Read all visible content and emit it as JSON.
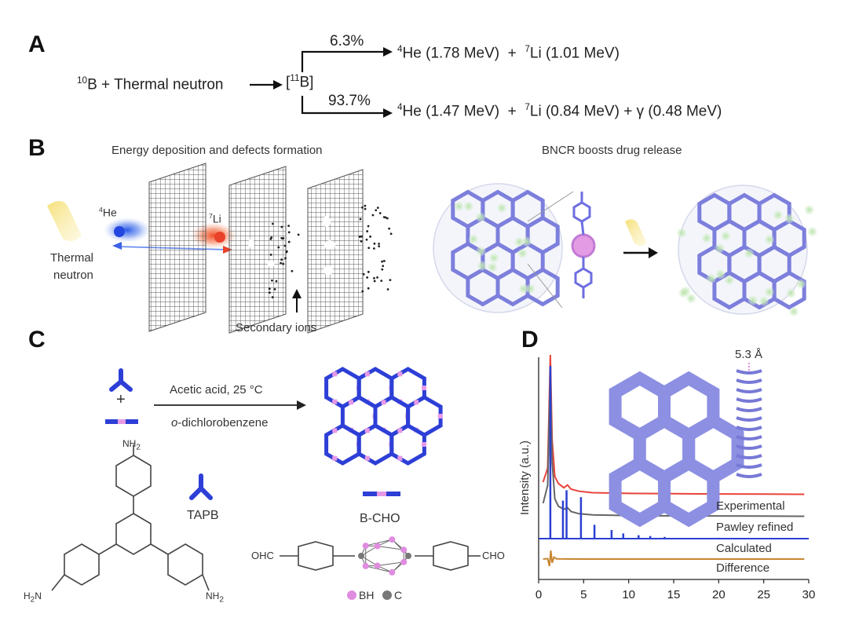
{
  "panel_labels": [
    "A",
    "B",
    "C",
    "D"
  ],
  "panel_a": {
    "reactant": "B + Thermal neutron",
    "reactant_sup": "10",
    "intermediate": "B]",
    "intermediate_pre": "[",
    "intermediate_sup": "11",
    "branch1_pct": "6.3%",
    "branch2_pct": "93.7%",
    "branch1_he": "He (1.78 MeV)",
    "branch1_li": "Li (1.01 MeV)",
    "branch2_he": "He (1.47 MeV)",
    "branch2_li": "Li (0.84 MeV)",
    "branch2_gamma": "+ γ (0.48 MeV)",
    "sup4": "4",
    "sup7": "7",
    "plus": "+"
  },
  "panel_b": {
    "title_left": "Energy deposition and defects formation",
    "title_right": "BNCR boosts drug release",
    "thermal_neutron": [
      "Thermal",
      "neutron"
    ],
    "he_label": "He",
    "li_label": "Li",
    "secondary_ions": "Secondary ions"
  },
  "panel_c": {
    "condition_top": "Acetic acid, 25 °C",
    "condition_bottom": "-dichlorobenzene",
    "condition_italic": "o",
    "tapb": "TAPB",
    "bcho": "B-CHO",
    "nh2_top": "NH",
    "nh2_left": "H",
    "nh2_left_n": "N",
    "nh2_right": "NH",
    "sub2": "2",
    "ohc": "OHC",
    "cho": "CHO",
    "legend_bh": "BH",
    "legend_c": "C",
    "plus": "+"
  },
  "chart_data": {
    "type": "line",
    "xlabel": "",
    "ylabel": "Intensity (a.u.)",
    "xlim": [
      0,
      30
    ],
    "x_ticks": [
      0,
      5,
      10,
      15,
      20,
      25,
      30
    ],
    "annotation": "5.3 Å",
    "series": [
      {
        "name": "Experimental",
        "color": "#e8433a",
        "x": [
          0.5,
          1.0,
          1.3,
          1.5,
          1.8,
          2.2,
          2.8,
          3.2,
          3.6,
          4.5,
          6,
          10,
          15,
          20,
          25,
          29.5
        ],
        "y": [
          10,
          20,
          100,
          40,
          14,
          9,
          6,
          8,
          5,
          3.5,
          2.5,
          2,
          1.8,
          1.6,
          1.5,
          1.4
        ]
      },
      {
        "name": "Pawley refined",
        "color": "#666666",
        "x": [
          0.5,
          1.0,
          1.3,
          1.5,
          1.8,
          2.2,
          2.8,
          3.2,
          3.6,
          4.5,
          6,
          10,
          15,
          20,
          25,
          29.5
        ],
        "y": [
          10,
          22,
          100,
          38,
          13,
          8,
          6,
          7,
          4.5,
          3,
          2.2,
          1.8,
          1.6,
          1.5,
          1.4,
          1.3
        ]
      },
      {
        "name": "Calculated",
        "color": "#2b3fd1",
        "x": [
          0.5,
          1.3,
          2.7,
          3.1,
          4.7,
          6.2,
          8.1,
          9.4,
          11.1,
          12.4,
          14,
          20,
          29.5
        ],
        "y": [
          0,
          100,
          22,
          28,
          24,
          8,
          5,
          3,
          2,
          1.5,
          1,
          0.5,
          0.3
        ]
      },
      {
        "name": "Difference",
        "color": "#c8852e",
        "x": [
          0.5,
          1.0,
          1.2,
          1.35,
          1.5,
          1.7,
          2.0,
          3.0,
          5,
          10,
          20,
          29.5
        ],
        "y": [
          0,
          1,
          -15,
          18,
          -8,
          4,
          0.5,
          0.2,
          0,
          0,
          0,
          0
        ]
      }
    ]
  }
}
